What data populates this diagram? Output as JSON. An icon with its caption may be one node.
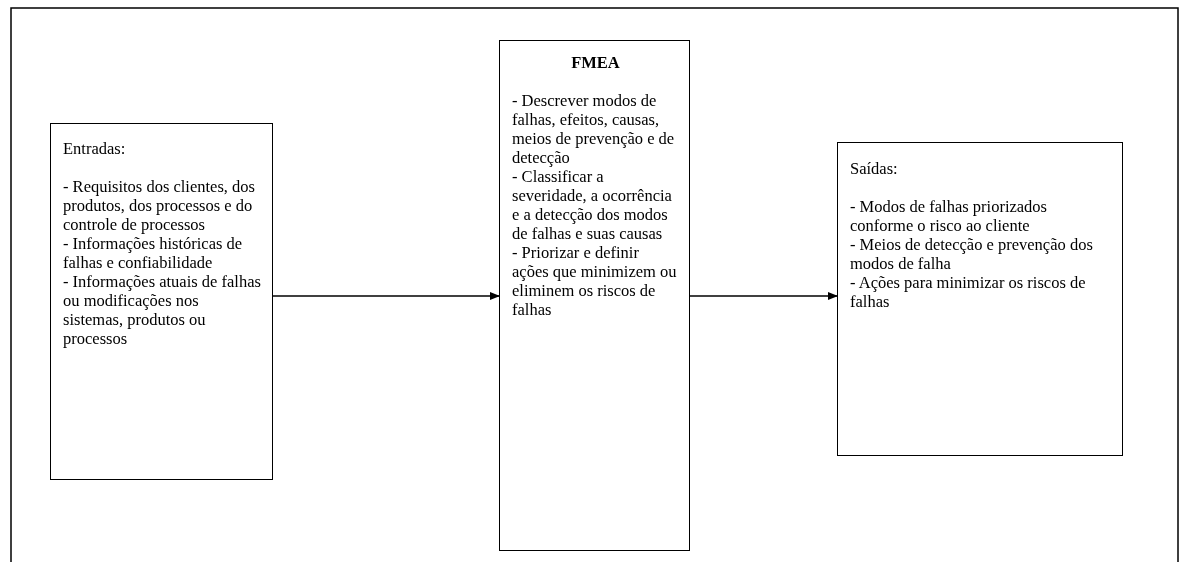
{
  "diagram": {
    "nodes": [
      {
        "text": [
          "Entradas:",
          "- Requisitos dos clientes, dos produtos, dos processos e do controle de processos",
          "- Informações históricas de falhas e confiabilidade",
          "- Informações atuais de falhas ou modificações nos sistemas, produtos ou processos"
        ]
      },
      {
        "text": [
          "FMEA",
          "- Descrever modos de falhas, efeitos, causas, meios de prevenção e de detecção",
          "- Classificar a severidade, a ocorrência e a detecção dos modos de falhas e suas causas",
          "- Priorizar e definir ações que minimizem ou eliminem os riscos de falhas"
        ]
      },
      {
        "text": [
          "Saídas:",
          "- Modos de falhas priorizados conforme o risco ao cliente",
          "- Meios de detecção e prevenção dos modos de falha",
          "- Ações para minimizar os riscos de falhas"
        ]
      }
    ],
    "edges": [
      {
        "from": 0,
        "to": 1,
        "arrow": "to"
      },
      {
        "from": 1,
        "to": 2,
        "arrow": "to"
      }
    ]
  }
}
